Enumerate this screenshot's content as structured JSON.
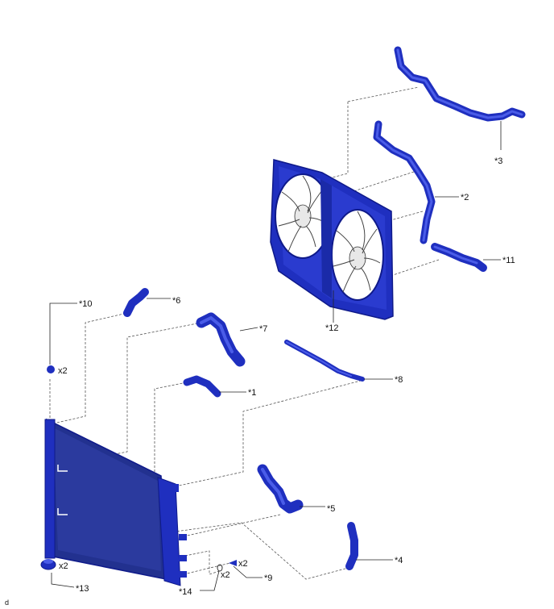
{
  "colors": {
    "part_blue": "#1f2fbf",
    "part_dark": "#0f1a8a",
    "part_light": "#4a5ce8",
    "radiator_core": "#22318f",
    "fan_white": "#ffffff",
    "leader": "#222222"
  },
  "callouts": {
    "c1": "*1",
    "c2": "*2",
    "c3": "*3",
    "c4": "*4",
    "c5": "*5",
    "c6": "*6",
    "c7": "*7",
    "c8": "*8",
    "c9": "*9",
    "c10": "*10",
    "c11": "*11",
    "c12": "*12",
    "c13": "*13",
    "c14": "*14"
  },
  "quantities": {
    "q10": "x2",
    "q13": "x2",
    "q14": "x2",
    "q9": "x2"
  },
  "figure_code": "d"
}
